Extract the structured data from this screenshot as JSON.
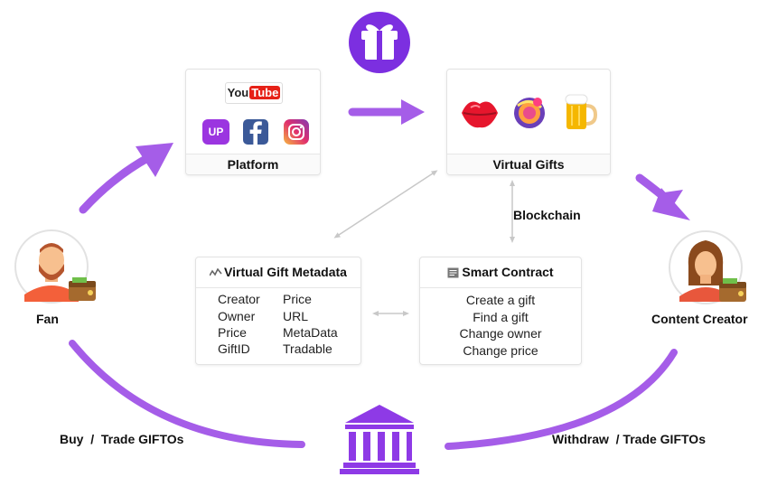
{
  "platform": {
    "title": "Platform",
    "logos": [
      "YouTube",
      "UP",
      "Facebook",
      "Instagram"
    ],
    "youtube_you": "You",
    "youtube_tube": "Tube",
    "up_label": "UP"
  },
  "virtual_gifts": {
    "title": "Virtual Gifts",
    "items": [
      "lips-gift",
      "candy-gift",
      "beer-gift"
    ]
  },
  "metadata": {
    "title": "Virtual Gift Metadata",
    "col1": [
      "Creator",
      "Owner",
      "Price",
      "GiftID"
    ],
    "col2": [
      "Price",
      "URL",
      "MetaData",
      "Tradable"
    ]
  },
  "smart_contract": {
    "title": "Smart Contract",
    "items": [
      "Create a gift",
      "Find a gift",
      "Change owner",
      "Change price"
    ]
  },
  "blockchain_label": "Blockchain",
  "fan_label": "Fan",
  "creator_label": "Content Creator",
  "buy_label": "Buy  /  Trade GIFTOs",
  "withdraw_label": "Withdraw  / Trade GIFTOs",
  "colors": {
    "accent": "#a55de8",
    "gift_circle": "#7c2fe0",
    "bank": "#8e3ae6",
    "youtube_red": "#e62117"
  }
}
